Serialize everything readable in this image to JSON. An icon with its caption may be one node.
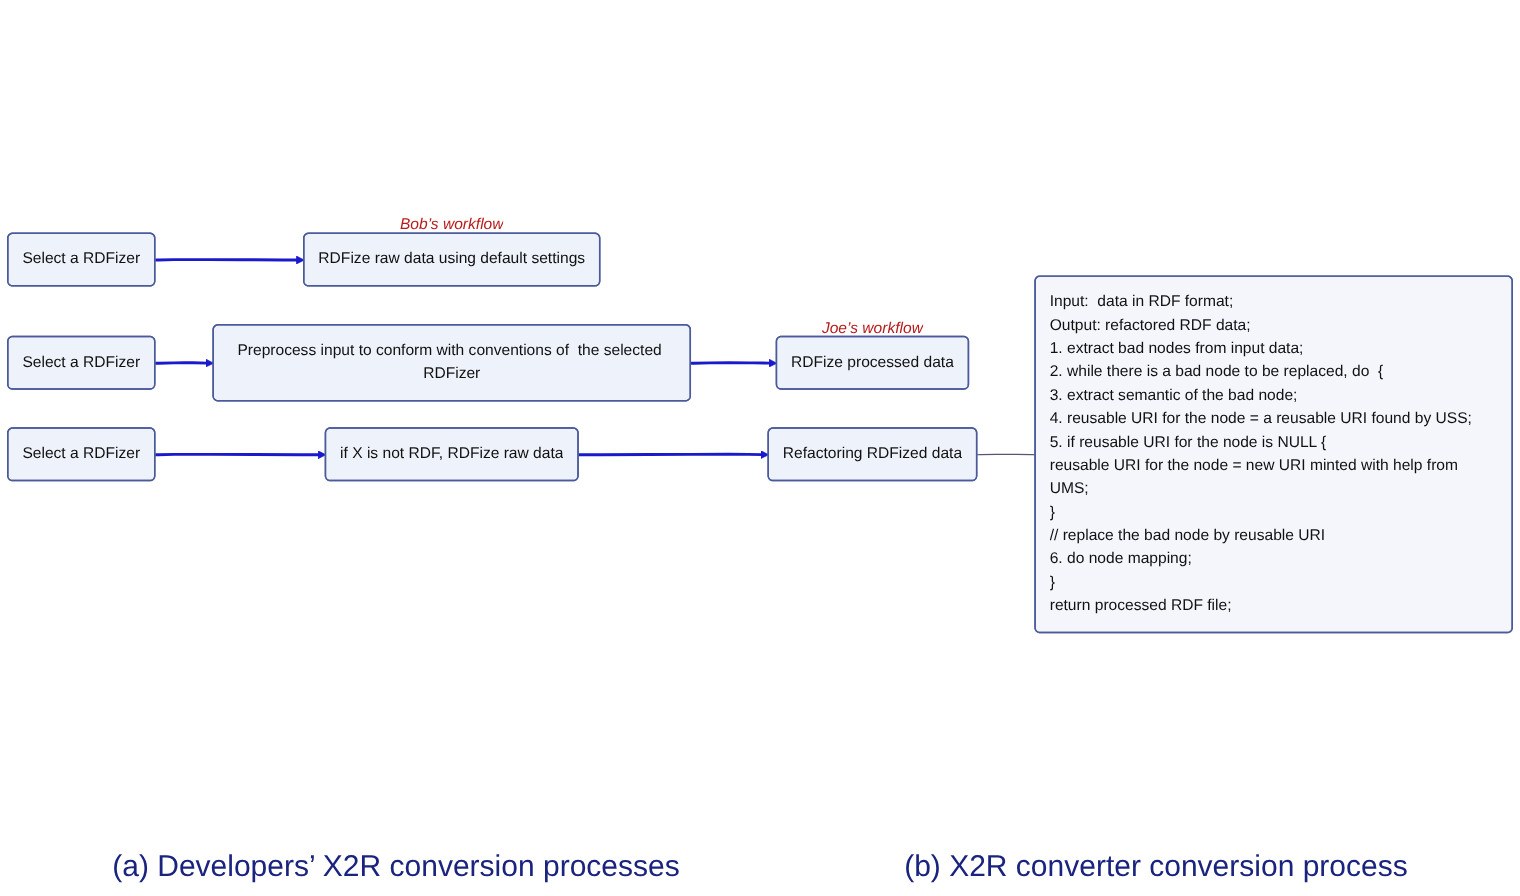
{
  "diagram": {
    "nodes": [
      {
        "text": [
          "Select a RDFizer"
        ]
      },
      {
        "text": [
          "Preprocess input to conform with conventions of  the selected RDFizer"
        ]
      },
      {
        "text": [
          "RDFize processed data"
        ],
        "beside": [
          "Joe’s workflow"
        ]
      },
      {
        "text": [
          "Select a RDFizer"
        ]
      },
      {
        "text": [
          "RDFize raw data using default settings"
        ],
        "beside": [
          "Bob’s workflow"
        ]
      },
      {
        "text": [
          "Select a RDFizer"
        ]
      },
      {
        "text": [
          "if X is not RDF, RDFize raw data"
        ]
      },
      {
        "text": [
          "Refactoring RDFized data"
        ]
      },
      {
        "text": [
          "Input:  data in RDF format;",
          "Output: refactored RDF data;",
          "1. extract bad nodes from input data;",
          "2. while there is a bad node to be replaced, do  {",
          "3. extract semantic of the bad node;",
          "4. reusable URI for the node = a reusable URI found by USS;",
          "5. if reusable URI for the node is NULL {",
          "reusable URI for the node = new URI minted with help from UMS;",
          "}",
          "// replace the bad node by reusable URI",
          "6. do node mapping;",
          "}",
          "return processed RDF file;"
        ]
      }
    ],
    "edges": [
      {
        "from": 0,
        "to": 1,
        "arrow": "to"
      },
      {
        "from": 1,
        "to": 2,
        "arrow": "to"
      },
      {
        "from": 3,
        "to": 4,
        "arrow": "to"
      },
      {
        "from": 5,
        "to": 6,
        "arrow": "to"
      },
      {
        "from": 6,
        "to": 7,
        "arrow": "to"
      },
      {
        "from": 7,
        "to": 8,
        "arrow": "none",
        "color": "#555577"
      }
    ],
    "labels": [
      "(a) Developers’ X2R conversion processes",
      "(b) X2R converter conversion process"
    ]
  }
}
